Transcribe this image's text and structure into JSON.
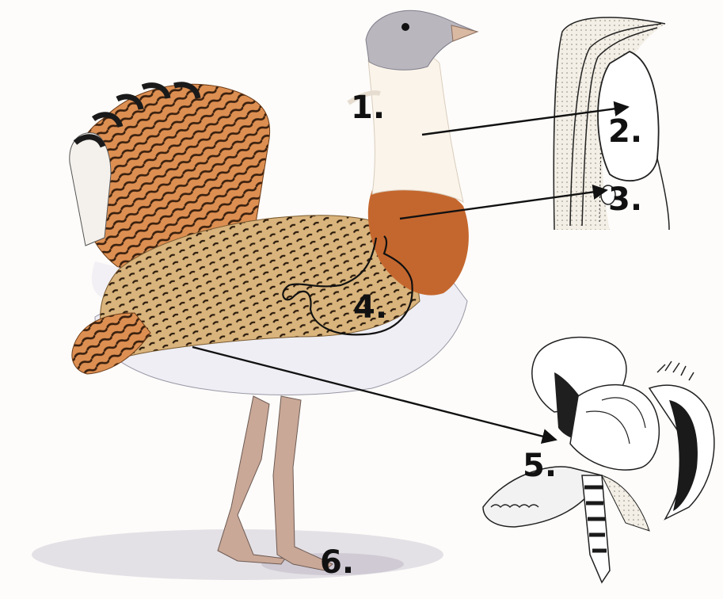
{
  "labels": {
    "l1": "1.",
    "l2": "2.",
    "l3": "3.",
    "l4": "4.",
    "l5": "5.",
    "l6": "6."
  },
  "colors": {
    "background": "#fdfcfa",
    "head": "#b9b6be",
    "neck": "#fbf4ea",
    "chest": "#c4672e",
    "back": "#cfa46e",
    "tail": "#d98a4e",
    "belly": "#eeeef4",
    "legs": "#c9a898",
    "ink": "#111111",
    "sketch": "#222222"
  },
  "icons": {
    "main": "great-bustard-illustration",
    "inset_top": "throat-pouch-section-sketch",
    "inset_bottom": "display-posture-sketch"
  }
}
